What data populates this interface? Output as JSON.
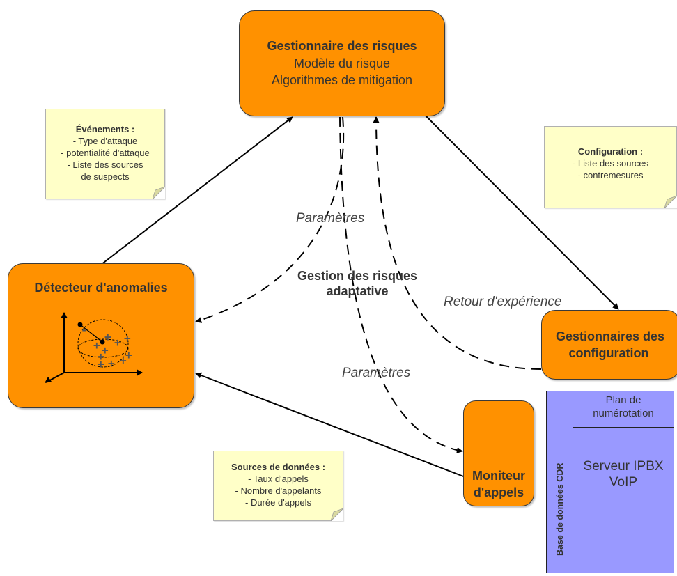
{
  "nodes": {
    "risk_manager": {
      "title": "Gestionnaire des risques",
      "line1": "Modèle du risque",
      "line2": "Algorithmes de mitigation"
    },
    "anomaly_detector": {
      "title": "Détecteur d'anomalies"
    },
    "config_manager": {
      "line1": "Gestionnaires des",
      "line2": "configuration"
    },
    "call_monitor": {
      "line1": "Moniteur",
      "line2": "d'appels"
    }
  },
  "notes": {
    "events": {
      "title": "Événements :",
      "items": [
        "- Type d'attaque",
        "- potentialité d'attaque",
        "- Liste des sources",
        "de suspects"
      ]
    },
    "configuration": {
      "title": "Configuration  :",
      "items": [
        "- Liste des sources",
        "- contremesures"
      ]
    },
    "data_sources": {
      "title": "Sources de données :",
      "items": [
        "- Taux d'appels",
        "- Nombre d'appelants",
        "-  Durée d'appels"
      ]
    }
  },
  "labels": {
    "parametres_top": "Paramètres",
    "parametres_bottom": "Paramètres",
    "retour": "Retour d'expérience",
    "center_line1": "Gestion des risques",
    "center_line2": "adaptative"
  },
  "pbx": {
    "cdr_label": "Base de données CDR",
    "plan_line1": "Plan de",
    "plan_line2": "numérotation",
    "server_line1": "Serveur IPBX",
    "server_line2": "VoIP"
  },
  "colors": {
    "node_fill": "#ff9100",
    "note_fill": "#ffffc8",
    "pbx_fill": "#9999ff"
  }
}
